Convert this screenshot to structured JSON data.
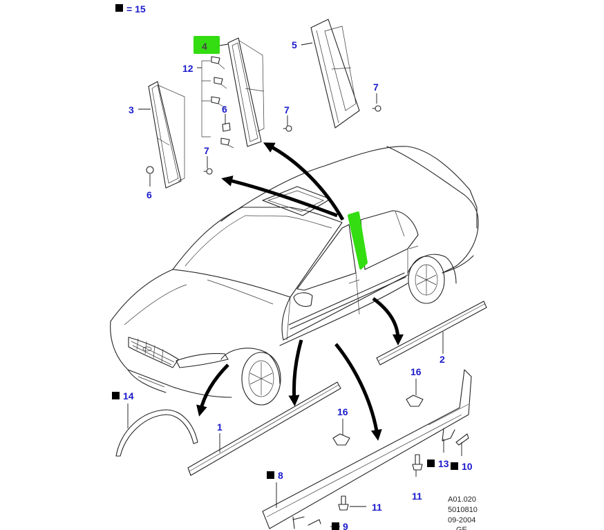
{
  "legend": {
    "equals_text": "= 15"
  },
  "callouts": [
    {
      "id": "c4",
      "label": "4",
      "highlighted": true
    },
    {
      "id": "c5",
      "label": "5"
    },
    {
      "id": "c12",
      "label": "12"
    },
    {
      "id": "c3",
      "label": "3"
    },
    {
      "id": "c6a",
      "label": "6"
    },
    {
      "id": "c7a",
      "label": "7"
    },
    {
      "id": "c7b",
      "label": "7"
    },
    {
      "id": "c7c",
      "label": "7"
    },
    {
      "id": "c6b",
      "label": "6"
    },
    {
      "id": "c2",
      "label": "2"
    },
    {
      "id": "c16a",
      "label": "16"
    },
    {
      "id": "c16b",
      "label": "16"
    },
    {
      "id": "c14",
      "label": "14",
      "square": true
    },
    {
      "id": "c1",
      "label": "1"
    },
    {
      "id": "c13",
      "label": "13",
      "square": true
    },
    {
      "id": "c10",
      "label": "10",
      "square": true
    },
    {
      "id": "c8",
      "label": "8",
      "square": true
    },
    {
      "id": "c11a",
      "label": "11"
    },
    {
      "id": "c11b",
      "label": "11"
    },
    {
      "id": "c9",
      "label": "9",
      "square": true
    }
  ],
  "reference": {
    "line1": "A01.020",
    "line2": "5010810",
    "line3": "09-2004",
    "line4": "GE"
  },
  "colors": {
    "callout": "#1a1acc",
    "highlight": "#33dd11",
    "ink": "#222222"
  }
}
